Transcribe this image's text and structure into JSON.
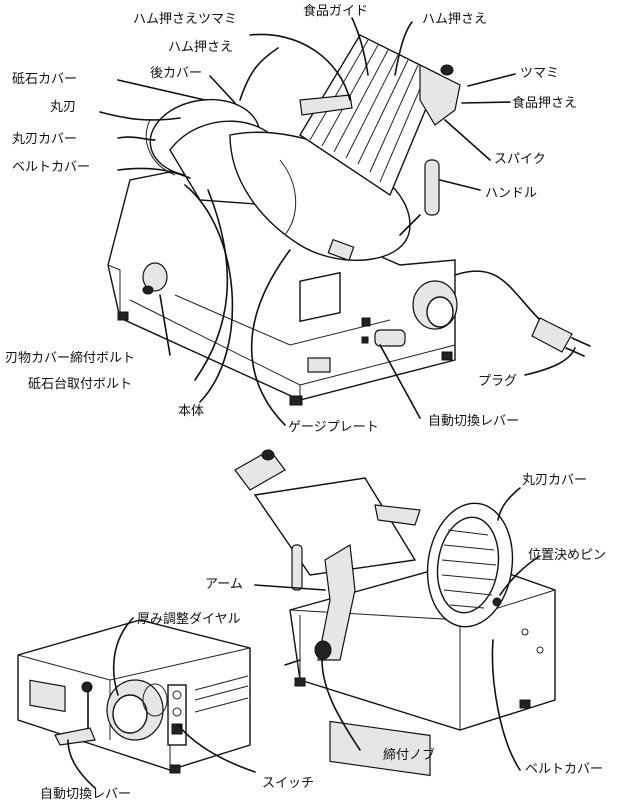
{
  "labels": {
    "top": {
      "ham_osae_tsumami": "ハム押さえツマミ",
      "shokuhin_guide": "食品ガイド",
      "ham_osae_right": "ハム押さえ",
      "ham_osae_left": "ハム押さえ",
      "toishi_cover": "砥石カバー",
      "ushiro_cover": "後カバー",
      "tsumami": "ツマミ",
      "maruha": "丸刃",
      "shokuhin_osae": "食品押さえ",
      "maruha_cover": "丸刃カバー",
      "belt_cover": "ベルトカバー",
      "spike": "スパイク",
      "handle": "ハンドル",
      "hamono_bolt": "刃物カバー締付ボルト",
      "toishidai_bolt": "砥石台取付ボルト",
      "plug": "プラグ",
      "hontai": "本体",
      "gauge_plate": "ゲージプレート",
      "jido_lever": "自動切換レバー"
    },
    "bottom_right": {
      "maruha_cover": "丸刃カバー",
      "ichi_pin": "位置決めピン",
      "arm": "アーム",
      "shimetsuke_knob": "締付ノブ",
      "belt_cover": "ベルトカバー"
    },
    "bottom_left": {
      "atsumi_dial": "厚み調整ダイヤル",
      "switch": "スイッチ",
      "jido_lever": "自動切換レバー"
    }
  }
}
